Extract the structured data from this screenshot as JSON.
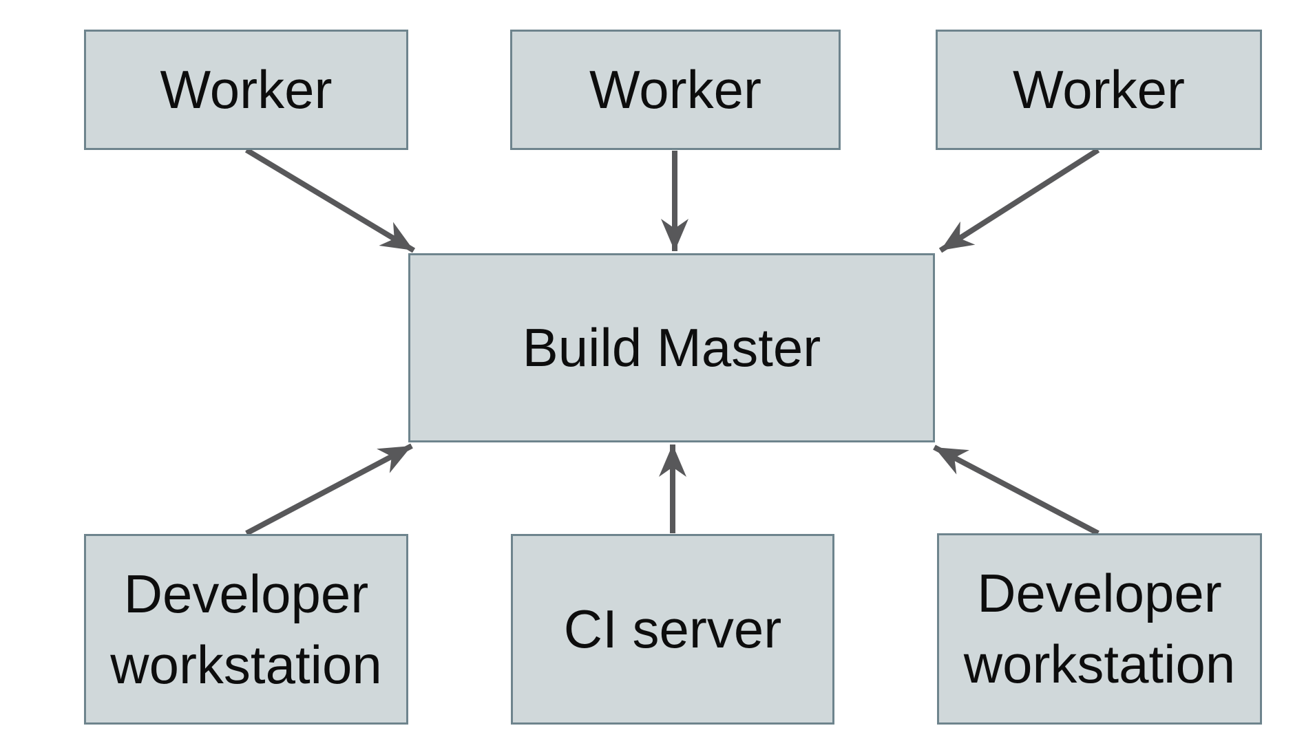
{
  "diagram": {
    "nodes": {
      "worker_left": {
        "label": "Worker"
      },
      "worker_middle": {
        "label": "Worker"
      },
      "worker_right": {
        "label": "Worker"
      },
      "build_master": {
        "label": "Build Master"
      },
      "dev_workstation_left": {
        "label": "Developer workstation"
      },
      "ci_server": {
        "label": "CI server"
      },
      "dev_workstation_right": {
        "label": "Developer workstation"
      }
    },
    "edges": [
      {
        "from": "worker_left",
        "to": "build_master"
      },
      {
        "from": "worker_middle",
        "to": "build_master"
      },
      {
        "from": "worker_right",
        "to": "build_master"
      },
      {
        "from": "dev_workstation_left",
        "to": "build_master"
      },
      {
        "from": "ci_server",
        "to": "build_master"
      },
      {
        "from": "dev_workstation_right",
        "to": "build_master"
      }
    ],
    "colors": {
      "background": "#ffffff",
      "node_fill": "#d0d8da",
      "node_border": "#6e848d",
      "arrow": "#58585a",
      "text": "#0d0d0d"
    }
  }
}
